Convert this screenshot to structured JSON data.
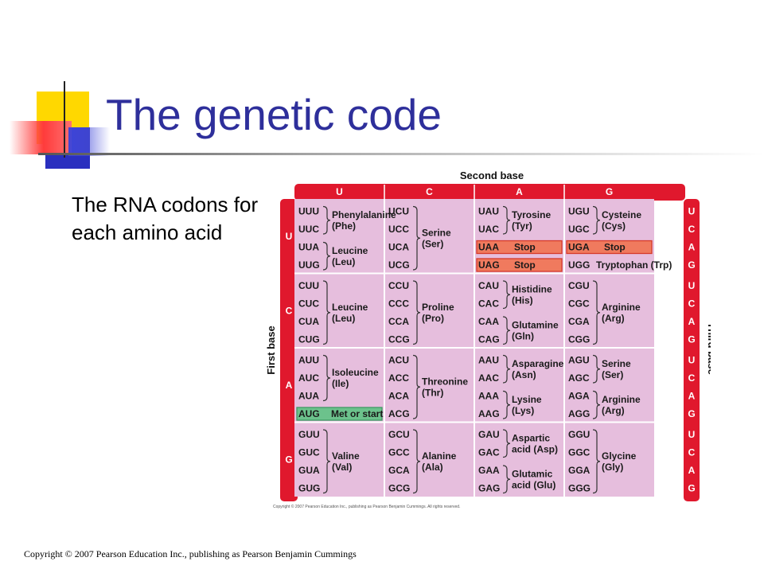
{
  "slide": {
    "title": "The genetic code",
    "subtitle": "The RNA codons for each amino acid",
    "copyright": "Copyright © 2007 Pearson Education Inc., publishing as Pearson Benjamin Cummings"
  },
  "table": {
    "second_base_label": "Second base",
    "first_base_label": "First base",
    "third_base_label": "Third base",
    "copyright_small": "Copyright © 2007 Pearson Education Inc., publishing as Pearson Benjamin Cummings. All rights reserved.",
    "second_bases": [
      "U",
      "C",
      "A",
      "G"
    ],
    "first_bases": [
      "U",
      "C",
      "A",
      "G"
    ],
    "third_bases": [
      "U",
      "C",
      "A",
      "G"
    ],
    "colors": {
      "frame": "#e0182d",
      "cell": "#e6bedd",
      "stop": "#f07a5e",
      "start": "#6cc28c",
      "grid_line": "#ffffff"
    },
    "cells": [
      [
        {
          "codons": [
            "UUU",
            "UUC",
            "UUA",
            "UUG"
          ],
          "groups": [
            {
              "label": [
                "Phenylalanine",
                "(Phe)"
              ],
              "span": [
                0,
                1
              ]
            },
            {
              "label": [
                "Leucine",
                "(Leu)"
              ],
              "span": [
                2,
                3
              ]
            }
          ]
        },
        {
          "codons": [
            "UCU",
            "UCC",
            "UCA",
            "UCG"
          ],
          "groups": [
            {
              "label": [
                "Serine",
                "(Ser)"
              ],
              "span": [
                0,
                3
              ]
            }
          ]
        },
        {
          "codons": [
            "UAU",
            "UAC",
            "UAA",
            "UAG"
          ],
          "groups": [
            {
              "label": [
                "Tyrosine",
                "(Tyr)"
              ],
              "span": [
                0,
                1
              ]
            },
            {
              "label": [
                "Stop"
              ],
              "row": 2,
              "highlight": "stop"
            },
            {
              "label": [
                "Stop"
              ],
              "row": 3,
              "highlight": "stop"
            }
          ]
        },
        {
          "codons": [
            "UGU",
            "UGC",
            "UGA",
            "UGG"
          ],
          "groups": [
            {
              "label": [
                "Cysteine",
                "(Cys)"
              ],
              "span": [
                0,
                1
              ]
            },
            {
              "label": [
                "Stop"
              ],
              "row": 2,
              "highlight": "stop"
            },
            {
              "label": [
                "Tryptophan (Trp)"
              ],
              "row": 3
            }
          ]
        }
      ],
      [
        {
          "codons": [
            "CUU",
            "CUC",
            "CUA",
            "CUG"
          ],
          "groups": [
            {
              "label": [
                "Leucine",
                "(Leu)"
              ],
              "span": [
                0,
                3
              ]
            }
          ]
        },
        {
          "codons": [
            "CCU",
            "CCC",
            "CCA",
            "CCG"
          ],
          "groups": [
            {
              "label": [
                "Proline",
                "(Pro)"
              ],
              "span": [
                0,
                3
              ]
            }
          ]
        },
        {
          "codons": [
            "CAU",
            "CAC",
            "CAA",
            "CAG"
          ],
          "groups": [
            {
              "label": [
                "Histidine",
                "(His)"
              ],
              "span": [
                0,
                1
              ]
            },
            {
              "label": [
                "Glutamine",
                "(Gln)"
              ],
              "span": [
                2,
                3
              ]
            }
          ]
        },
        {
          "codons": [
            "CGU",
            "CGC",
            "CGA",
            "CGG"
          ],
          "groups": [
            {
              "label": [
                "Arginine",
                "(Arg)"
              ],
              "span": [
                0,
                3
              ]
            }
          ]
        }
      ],
      [
        {
          "codons": [
            "AUU",
            "AUC",
            "AUA",
            "AUG"
          ],
          "groups": [
            {
              "label": [
                "Isoleucine",
                "(Ile)"
              ],
              "span": [
                0,
                2
              ]
            },
            {
              "label": [
                "Met or start"
              ],
              "row": 3,
              "highlight": "start"
            }
          ]
        },
        {
          "codons": [
            "ACU",
            "ACC",
            "ACA",
            "ACG"
          ],
          "groups": [
            {
              "label": [
                "Threonine",
                "(Thr)"
              ],
              "span": [
                0,
                3
              ]
            }
          ]
        },
        {
          "codons": [
            "AAU",
            "AAC",
            "AAA",
            "AAG"
          ],
          "groups": [
            {
              "label": [
                "Asparagine",
                "(Asn)"
              ],
              "span": [
                0,
                1
              ]
            },
            {
              "label": [
                "Lysine",
                "(Lys)"
              ],
              "span": [
                2,
                3
              ]
            }
          ]
        },
        {
          "codons": [
            "AGU",
            "AGC",
            "AGA",
            "AGG"
          ],
          "groups": [
            {
              "label": [
                "Serine",
                "(Ser)"
              ],
              "span": [
                0,
                1
              ]
            },
            {
              "label": [
                "Arginine",
                "(Arg)"
              ],
              "span": [
                2,
                3
              ]
            }
          ]
        }
      ],
      [
        {
          "codons": [
            "GUU",
            "GUC",
            "GUA",
            "GUG"
          ],
          "groups": [
            {
              "label": [
                "Valine",
                "(Val)"
              ],
              "span": [
                0,
                3
              ]
            }
          ]
        },
        {
          "codons": [
            "GCU",
            "GCC",
            "GCA",
            "GCG"
          ],
          "groups": [
            {
              "label": [
                "Alanine",
                "(Ala)"
              ],
              "span": [
                0,
                3
              ]
            }
          ]
        },
        {
          "codons": [
            "GAU",
            "GAC",
            "GAA",
            "GAG"
          ],
          "groups": [
            {
              "label": [
                "Aspartic",
                "acid (Asp)"
              ],
              "span": [
                0,
                1
              ]
            },
            {
              "label": [
                "Glutamic",
                "acid (Glu)"
              ],
              "span": [
                2,
                3
              ]
            }
          ]
        },
        {
          "codons": [
            "GGU",
            "GGC",
            "GGA",
            "GGG"
          ],
          "groups": [
            {
              "label": [
                "Glycine",
                "(Gly)"
              ],
              "span": [
                0,
                3
              ]
            }
          ]
        }
      ]
    ]
  }
}
